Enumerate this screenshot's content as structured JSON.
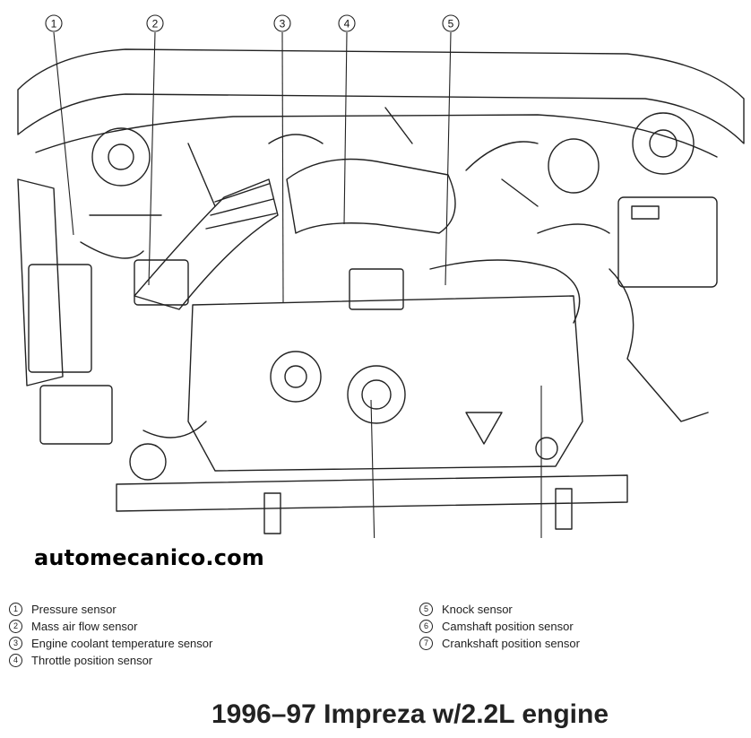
{
  "callouts": [
    {
      "num": "1",
      "label": "Pressure sensor"
    },
    {
      "num": "2",
      "label": "Mass air flow sensor"
    },
    {
      "num": "3",
      "label": "Engine coolant temperature sensor"
    },
    {
      "num": "4",
      "label": "Throttle position sensor"
    },
    {
      "num": "5",
      "label": "Knock sensor"
    },
    {
      "num": "6",
      "label": "Camshaft position sensor"
    },
    {
      "num": "7",
      "label": "Crankshaft position sensor"
    }
  ],
  "watermark": "automecanico.com",
  "caption": "1996–97 Impreza w/2.2L engine"
}
